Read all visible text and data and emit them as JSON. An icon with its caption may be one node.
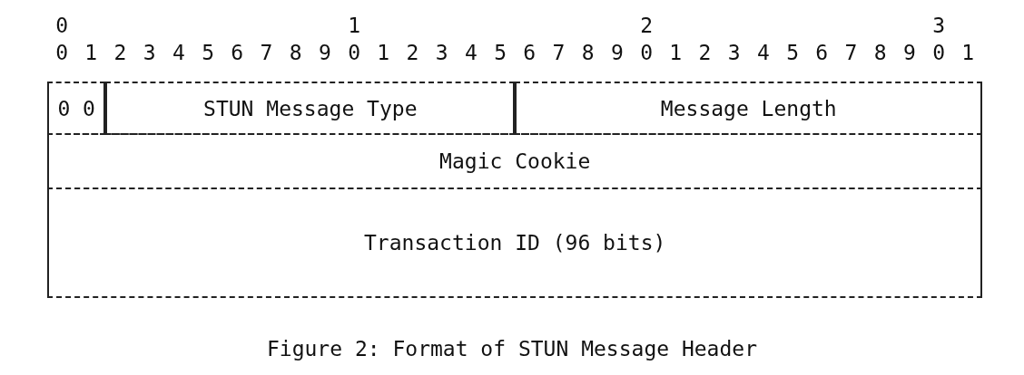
{
  "diagram": {
    "caption": "Figure 2: Format of STUN Message Header",
    "nodes": [
      {
        "text": [
          "0 0"
        ]
      },
      {
        "text": [
          "STUN Message Type"
        ]
      },
      {
        "text": [
          "Message Length"
        ]
      },
      {
        "text": [
          "Magic Cookie"
        ]
      },
      {
        "text": [
          "Transaction ID (96 bits)"
        ]
      }
    ],
    "edges": [],
    "labels": [
      "0",
      "1",
      "2",
      "3",
      "0",
      "1",
      "2",
      "3",
      "4",
      "5",
      "6",
      "7",
      "8",
      "9",
      "0",
      "1",
      "2",
      "3",
      "4",
      "5",
      "6",
      "7",
      "8",
      "9",
      "0",
      "1",
      "2",
      "3",
      "4",
      "5",
      "6",
      "7",
      "8",
      "9",
      "0",
      "1"
    ]
  }
}
